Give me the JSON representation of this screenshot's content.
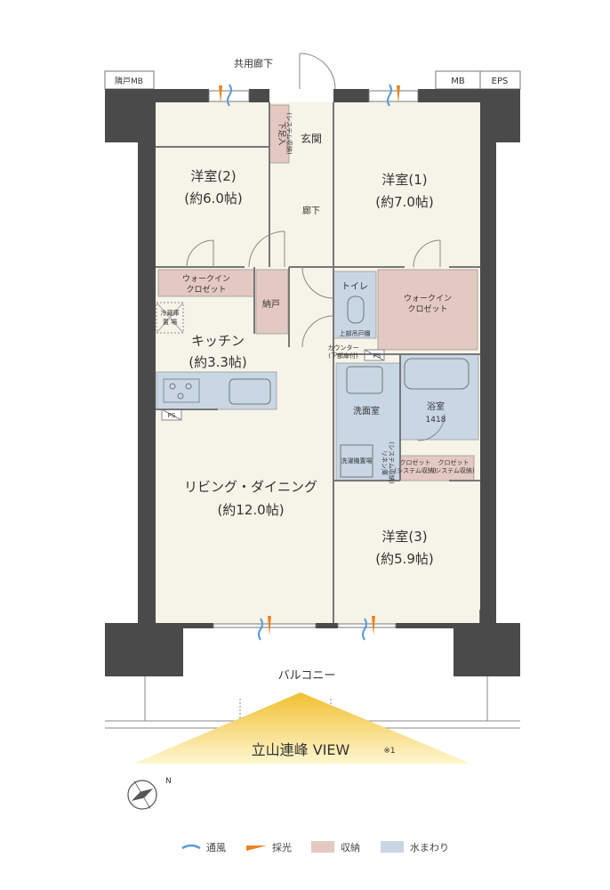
{
  "header": {
    "corridor": "共用廊下",
    "mb_left": "隣戸MB",
    "mb": "MB",
    "eps": "EPS"
  },
  "rooms": {
    "western2_name": "洋室(2)",
    "western2_area": "(約6.0帖)",
    "western1_name": "洋室(1)",
    "western1_area": "(約7.0帖)",
    "western3_name": "洋室(3)",
    "western3_area": "(約5.9帖)",
    "kitchen_name": "キッチン",
    "kitchen_area": "(約3.3帖)",
    "living_name": "リビング・ダイニング",
    "living_area": "(約12.0帖)",
    "entrance": "玄関",
    "hallway": "廊下",
    "toilet": "トイレ",
    "washroom": "洗面室",
    "bath_name": "浴室",
    "bath_size": "1418",
    "storage": "納戸"
  },
  "fixtures": {
    "shoe_box": "下足入",
    "shoe_box_note": "(システム収納)",
    "walkin": "ウォークイン",
    "closet_word": "クロゼット",
    "fridge": "冷蔵庫",
    "fridge2": "置 場",
    "ps": "PS",
    "counter": "カウンター",
    "counter_note": "(下部扉付)",
    "upper_shelf": "上部吊戸棚",
    "laundry": "洗濯機置場",
    "linen": "リネン庫",
    "linen_note": "(システム収納)",
    "closet_a": "クロゼット",
    "closet_note": "(システム収納)",
    "closet_b": "クロゼット"
  },
  "balcony": "バルコニー",
  "view": {
    "title": "立山連峰 VIEW",
    "note": "※1"
  },
  "compass": "N",
  "legend": [
    {
      "label": "通風",
      "color": "#5b9bd5"
    },
    {
      "label": "採光",
      "color": "#e8821e"
    },
    {
      "label": "収納",
      "color": "#e4c9c3"
    },
    {
      "label": "水まわり",
      "color": "#c9d6e4"
    }
  ],
  "colors": {
    "wall": "#4a4a4a",
    "floor": "#f6f3e8",
    "storage": "#e4c9c3",
    "water": "#c9d6e4",
    "view": "#f2c94c"
  }
}
